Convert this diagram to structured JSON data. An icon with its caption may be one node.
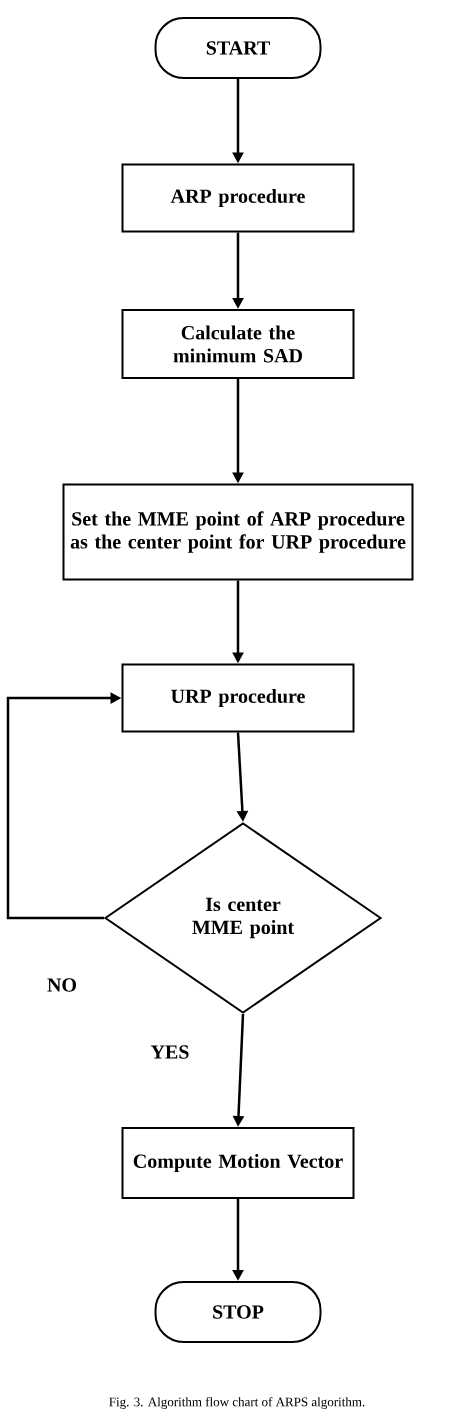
{
  "diagram": {
    "caption": "Fig. 3.  Algorithm flow chart of ARPS algorithm.",
    "nodes": [
      {
        "text": [
          "START"
        ]
      },
      {
        "text": [
          "ARP procedure"
        ]
      },
      {
        "text": [
          "Calculate the minimum SAD"
        ]
      },
      {
        "text": [
          "Set the MME point of ARP procedure as the center point for URP procedure"
        ]
      },
      {
        "text": [
          "URP procedure"
        ]
      },
      {
        "text": [
          "Is center MME point"
        ]
      },
      {
        "text": [
          "Compute Motion Vector"
        ]
      },
      {
        "text": [
          "STOP"
        ]
      }
    ],
    "edges": [
      {
        "from": 0,
        "to": 1,
        "arrow": "to"
      },
      {
        "from": 1,
        "to": 2,
        "arrow": "to"
      },
      {
        "from": 2,
        "to": 3,
        "arrow": "to"
      },
      {
        "from": 3,
        "to": 4,
        "arrow": "to"
      },
      {
        "from": 4,
        "to": 5,
        "arrow": "to"
      },
      {
        "from": 5,
        "to": 4,
        "arrow": "to",
        "label": "NO"
      },
      {
        "from": 5,
        "to": 6,
        "arrow": "to",
        "label": "YES"
      },
      {
        "from": 6,
        "to": 7,
        "arrow": "to"
      }
    ]
  }
}
